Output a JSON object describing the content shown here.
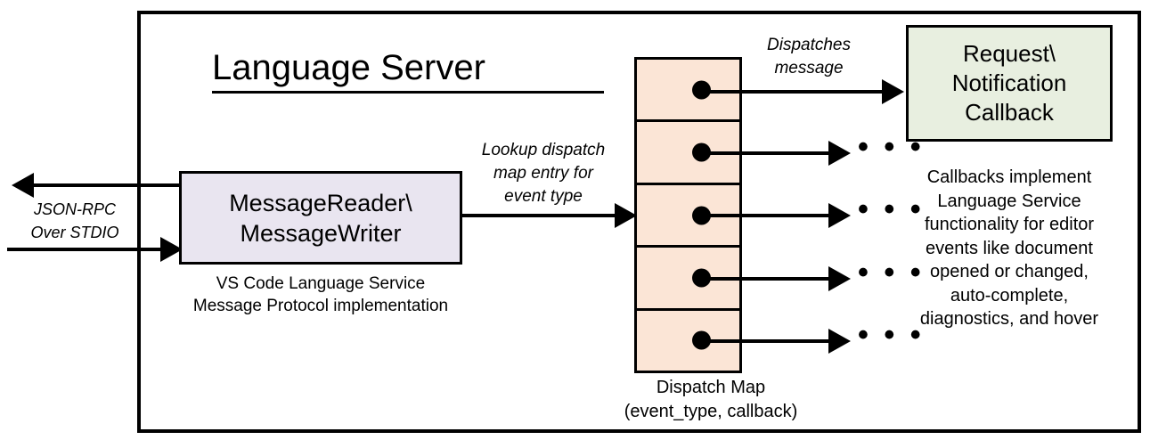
{
  "diagram": {
    "title": "Language Server",
    "frame_name": "language-server-boundary",
    "colors": {
      "message_box_fill": "#E9E5F0",
      "dispatch_map_fill": "#FBE5D6",
      "callback_box_fill": "#E8EFE0",
      "stroke": "#000000",
      "background": "#FFFFFF"
    }
  },
  "external_channel": {
    "label": "JSON-RPC\nOver STDIO",
    "inbound_arrow": "arrow-right",
    "outbound_arrow": "arrow-left"
  },
  "message_node": {
    "title": "MessageReader\\\nMessageWriter",
    "caption": "VS Code Language Service\nMessage Protocol implementation"
  },
  "lookup_edge": {
    "label": "Lookup dispatch\nmap entry for\nevent type"
  },
  "dispatch_map": {
    "caption": "Dispatch Map\n(event_type, callback)",
    "row_count": 5,
    "rows": [
      {
        "index": 1,
        "dot": "filled-dot",
        "target": "Request\\Notification Callback"
      },
      {
        "index": 2,
        "dot": "filled-dot",
        "target": "..."
      },
      {
        "index": 3,
        "dot": "filled-dot",
        "target": "..."
      },
      {
        "index": 4,
        "dot": "filled-dot",
        "target": "..."
      },
      {
        "index": 5,
        "dot": "filled-dot",
        "target": "..."
      }
    ],
    "ellipsis": "• • •"
  },
  "dispatch_edge": {
    "label": "Dispatches\nmessage"
  },
  "callback_node": {
    "title": "Request\\\nNotification\nCallback",
    "caption": "Callbacks implement\nLanguage Service\nfunctionality for editor\nevents like document\nopened or changed,\nauto-complete,\ndiagnostics, and hover"
  }
}
